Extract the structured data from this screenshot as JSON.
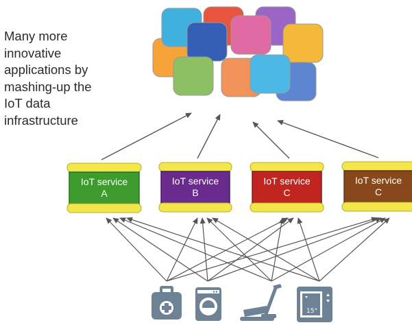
{
  "caption": {
    "lines": [
      "Many more",
      "innovative",
      "applications by",
      "mashing-up the",
      "IoT data",
      "infrastructure"
    ]
  },
  "services": [
    {
      "line1": "IoT service",
      "line2": "A",
      "color": "#3e9b2e"
    },
    {
      "line1": "IoT service",
      "line2": "B",
      "color": "#6a2a8e"
    },
    {
      "line1": "IoT service",
      "line2": "C",
      "color": "#c0261f"
    },
    {
      "line1": "IoT service",
      "line2": "C",
      "color": "#87491c"
    }
  ],
  "cap_color": "#f2e64a",
  "app_tile_colors": [
    "#f7a33a",
    "#3fb0e0",
    "#e8553f",
    "#9a65c4",
    "#f4b93a",
    "#345fb4",
    "#e06aa3",
    "#8cc063",
    "#f1925a",
    "#4bb8e6",
    "#5e86d0"
  ],
  "devices": [
    {
      "icon": "medical-kit-icon"
    },
    {
      "icon": "washing-machine-icon"
    },
    {
      "icon": "exercise-bike-icon"
    },
    {
      "icon": "thermostat-icon",
      "reading": "15°"
    }
  ]
}
